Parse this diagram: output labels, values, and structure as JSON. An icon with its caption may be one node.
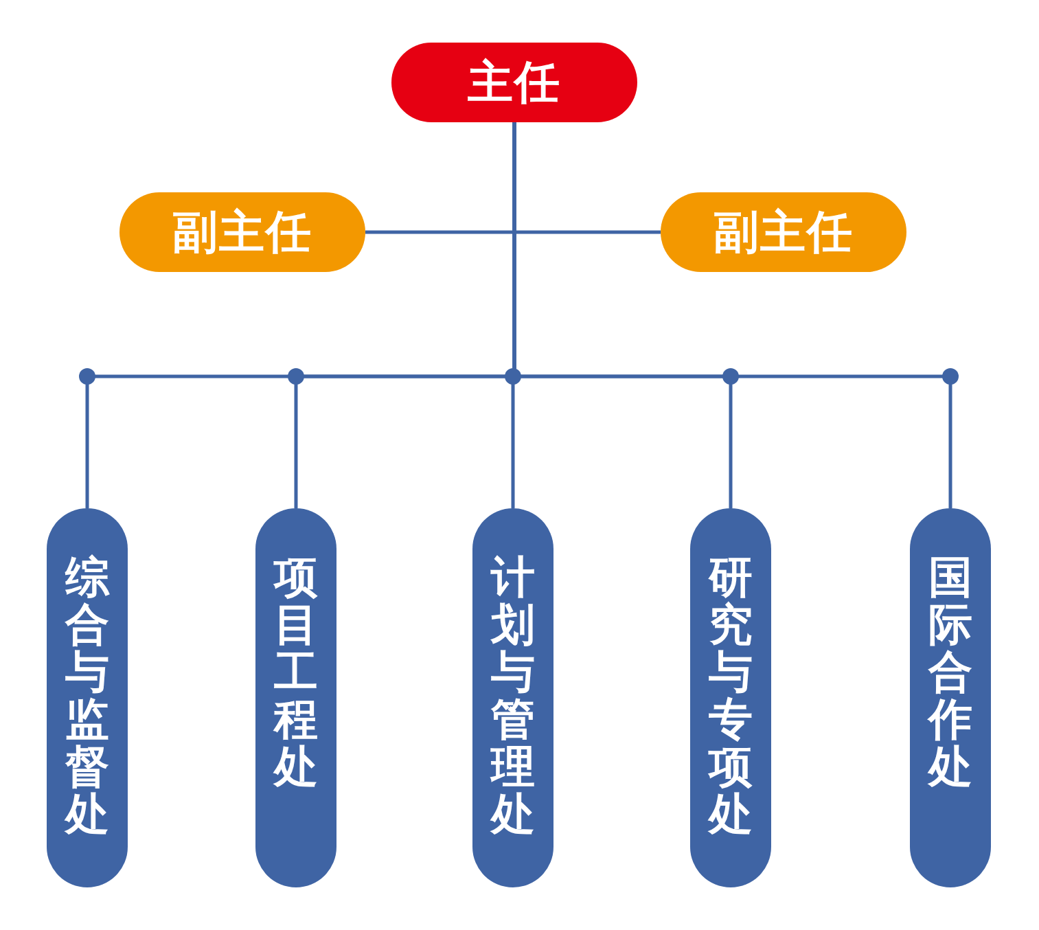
{
  "diagram": {
    "nodes": [
      {
        "text": [
          "主任"
        ]
      },
      {
        "text": [
          "副主任"
        ]
      },
      {
        "text": [
          "副主任"
        ]
      },
      {
        "text": [
          "综合与监督处"
        ]
      },
      {
        "text": [
          "项目工程处"
        ]
      },
      {
        "text": [
          "计划与管理处"
        ]
      },
      {
        "text": [
          "研究与专项处"
        ]
      },
      {
        "text": [
          "国际合作处"
        ]
      }
    ],
    "edges": [
      {
        "from": 0,
        "to": 1,
        "arrow": "none"
      },
      {
        "from": 0,
        "to": 2,
        "arrow": "none"
      },
      {
        "from": 0,
        "to": 3,
        "arrow": "none"
      },
      {
        "from": 0,
        "to": 4,
        "arrow": "none"
      },
      {
        "from": 0,
        "to": 5,
        "arrow": "none"
      },
      {
        "from": 0,
        "to": 6,
        "arrow": "none"
      },
      {
        "from": 0,
        "to": 7,
        "arrow": "none"
      }
    ]
  }
}
